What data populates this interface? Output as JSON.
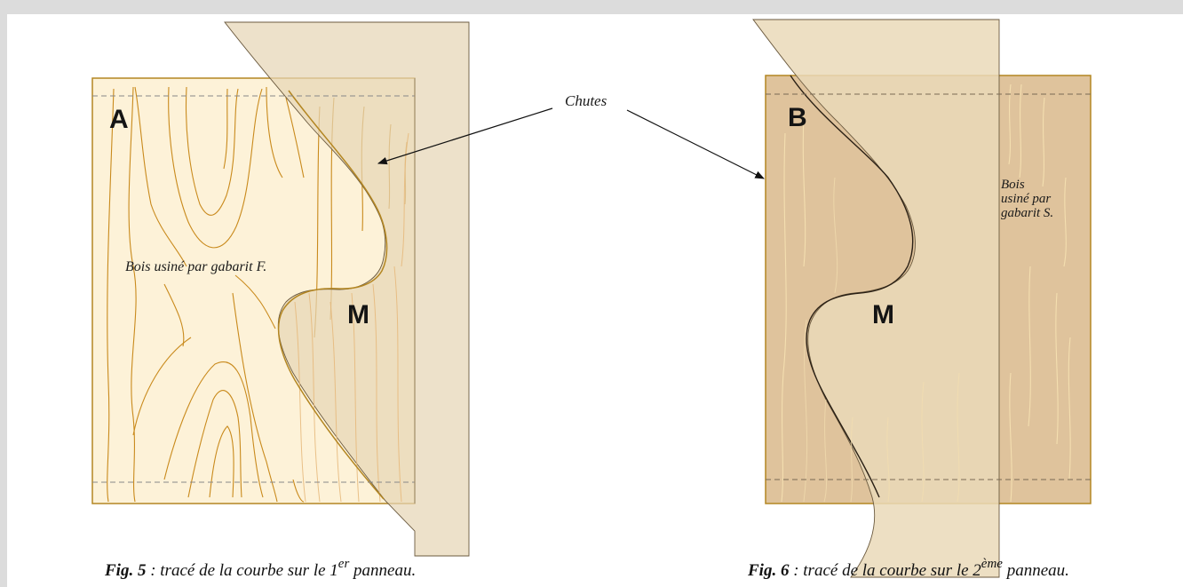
{
  "figures": [
    {
      "letter": "A",
      "point": "M",
      "note": "Bois usiné par gabarit F.",
      "caption": {
        "fig": "Fig. 5",
        "text": " : tracé de la courbe sur le 1",
        "sup": "er",
        "tail": " panneau."
      }
    },
    {
      "letter": "B",
      "point": "M",
      "note_lines": [
        "Bois",
        "usiné par",
        "gabarit S."
      ],
      "caption": {
        "fig": "Fig. 6",
        "text": " : tracé de la courbe sur le 2",
        "sup": "ème",
        "tail": " panneau."
      }
    }
  ],
  "chutes_label": "Chutes",
  "colors": {
    "light_wood": "#fdf2d8",
    "light_grain": "#c98a1c",
    "dark_wood": "#dfc39c",
    "dark_grain": "#f4dfb0",
    "offcut": "#e6d6b6",
    "border": "#b38622"
  }
}
